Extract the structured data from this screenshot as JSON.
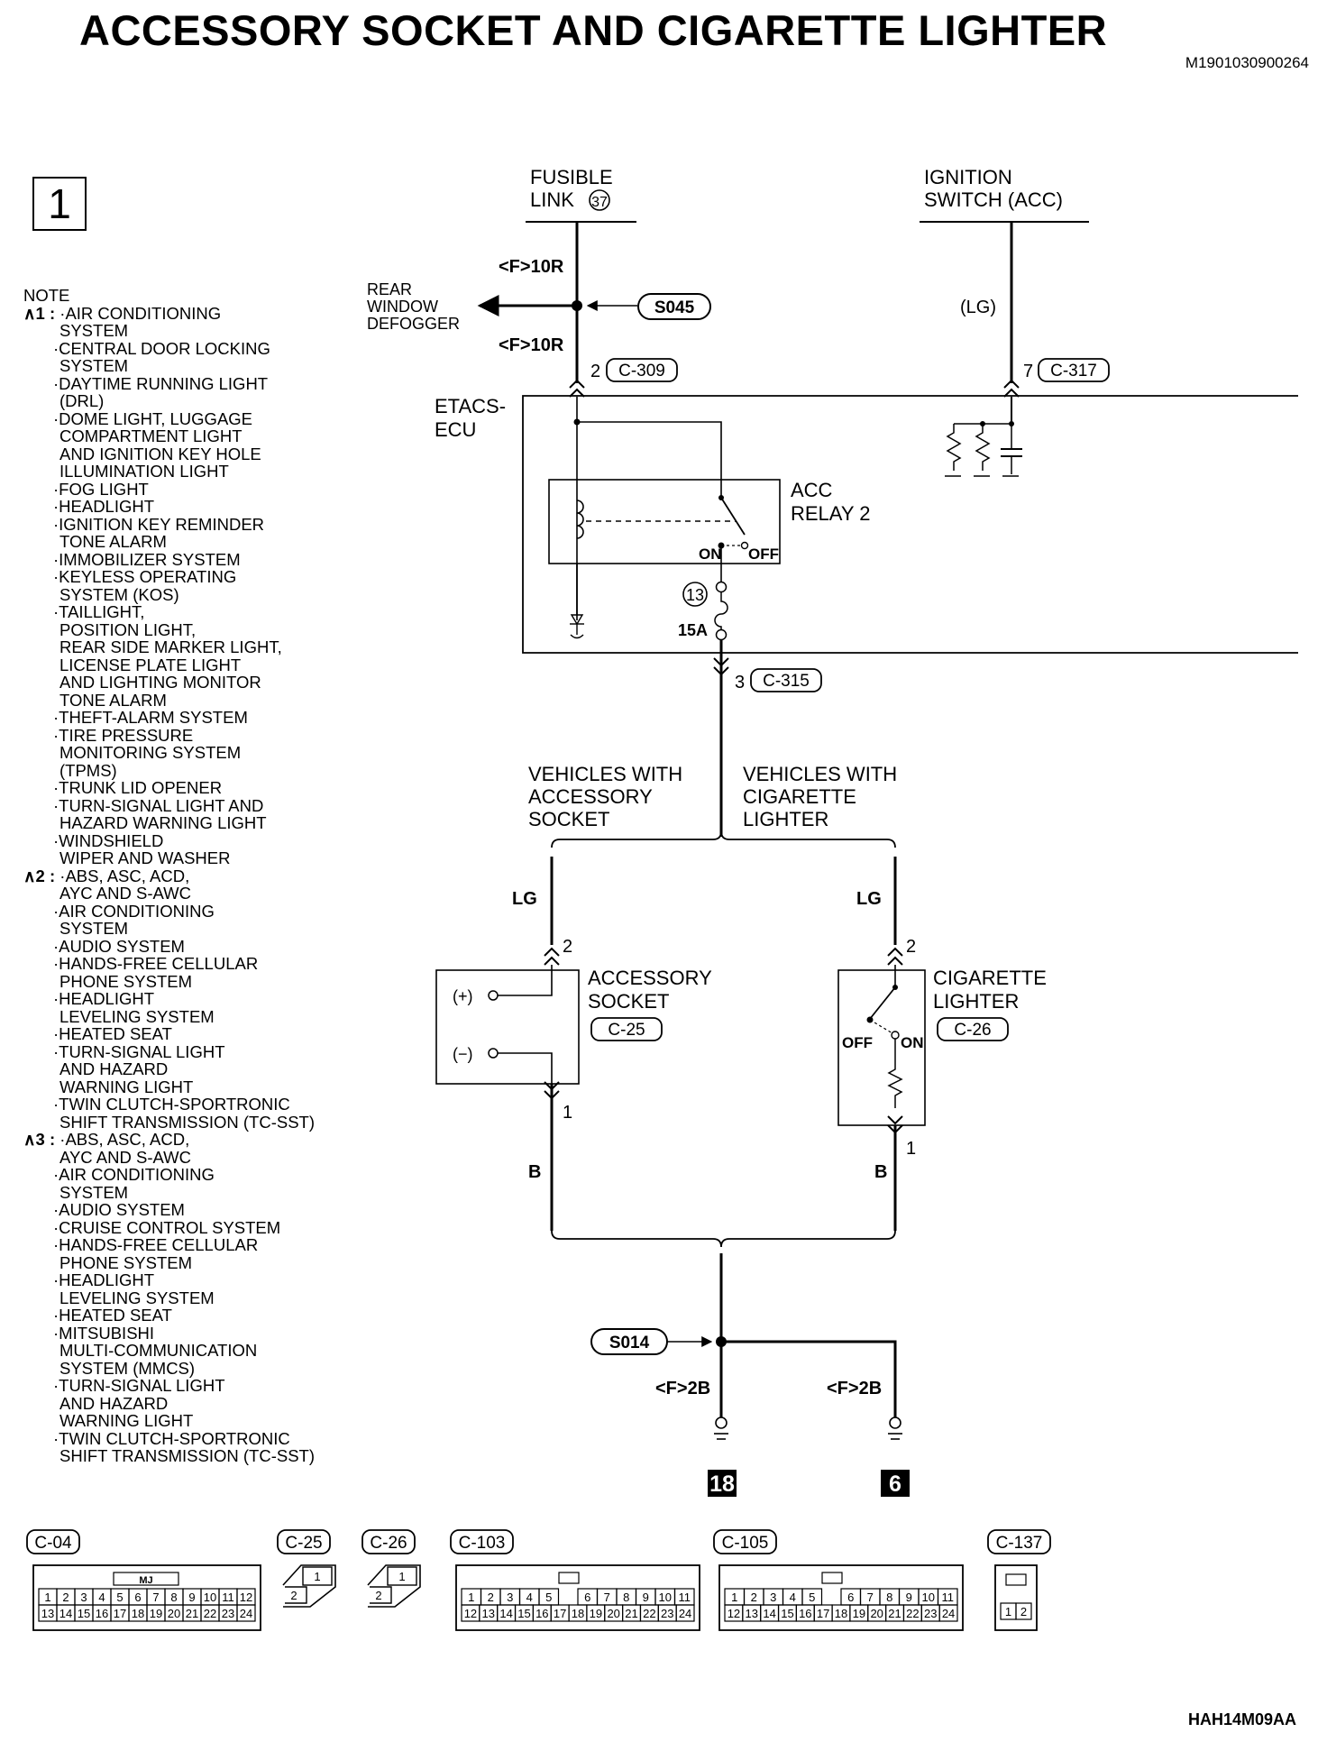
{
  "title": "ACCESSORY SOCKET AND CIGARETTE LIGHTER",
  "doc_code": "M1901030900264",
  "footer_code": "HAH14M09AA",
  "page_number": "1",
  "notes": {
    "heading": "NOTE",
    "groups": [
      {
        "marker": "∧1 : ",
        "lines": [
          "·AIR CONDITIONING",
          "SYSTEM",
          "·CENTRAL DOOR LOCKING",
          "SYSTEM",
          "·DAYTIME RUNNING LIGHT",
          "(DRL)",
          "·DOME LIGHT, LUGGAGE",
          "COMPARTMENT LIGHT",
          "AND IGNITION KEY HOLE",
          "ILLUMINATION LIGHT",
          "·FOG LIGHT",
          "·HEADLIGHT",
          "·IGNITION KEY REMINDER",
          "TONE ALARM",
          "·IMMOBILIZER SYSTEM",
          "·KEYLESS OPERATING",
          "SYSTEM (KOS)",
          "·TAILLIGHT,",
          "POSITION LIGHT,",
          "REAR SIDE MARKER LIGHT,",
          "LICENSE PLATE LIGHT",
          "AND LIGHTING MONITOR",
          "TONE ALARM",
          "·THEFT-ALARM SYSTEM",
          "·TIRE PRESSURE",
          "MONITORING SYSTEM",
          "(TPMS)",
          "·TRUNK LID OPENER",
          "·TURN-SIGNAL LIGHT AND",
          "HAZARD WARNING LIGHT",
          "·WINDSHIELD",
          "WIPER AND WASHER"
        ]
      },
      {
        "marker": "∧2 : ",
        "lines": [
          "·ABS, ASC, ACD,",
          "AYC AND S-AWC",
          "·AIR CONDITIONING",
          "SYSTEM",
          "·AUDIO SYSTEM",
          "·HANDS-FREE CELLULAR",
          "PHONE SYSTEM",
          "·HEADLIGHT",
          "LEVELING SYSTEM",
          "·HEATED SEAT",
          "·TURN-SIGNAL LIGHT",
          "AND HAZARD",
          "WARNING LIGHT",
          "·TWIN CLUTCH-SPORTRONIC",
          "SHIFT TRANSMISSION (TC-SST)"
        ]
      },
      {
        "marker": "∧3 : ",
        "lines": [
          "·ABS, ASC, ACD,",
          "AYC AND S-AWC",
          "·AIR CONDITIONING",
          "SYSTEM",
          "·AUDIO SYSTEM",
          "·CRUISE CONTROL SYSTEM",
          "·HANDS-FREE CELLULAR",
          "PHONE SYSTEM",
          "·HEADLIGHT",
          "LEVELING SYSTEM",
          "·HEATED SEAT",
          "·MITSUBISHI",
          "MULTI-COMMUNICATION",
          "SYSTEM (MMCS)",
          "·TURN-SIGNAL LIGHT",
          "AND HAZARD",
          "WARNING LIGHT",
          "·TWIN CLUTCH-SPORTRONIC",
          "SHIFT TRANSMISSION (TC-SST)"
        ]
      }
    ]
  },
  "diagram": {
    "fusible_link": {
      "line1": "FUSIBLE",
      "line2": "LINK",
      "number": "37"
    },
    "ignition_switch": {
      "line1": "IGNITION",
      "line2": "SWITCH (ACC)"
    },
    "rear_defogger": {
      "line1": "REAR",
      "line2": "WINDOW",
      "line3": "DEFOGGER"
    },
    "wire_top_1": "<F>10R",
    "wire_top_2": "<F>10R",
    "splice_top": "S045",
    "ign_wire_color": "(LG)",
    "etacs": {
      "line1": "ETACS-",
      "line2": "ECU"
    },
    "relay": {
      "line1": "ACC",
      "line2": "RELAY 2",
      "on": "ON",
      "off": "OFF"
    },
    "fuse": {
      "number": "13",
      "rating": "15A"
    },
    "connectors": {
      "c309": {
        "pin": "2",
        "name": "C-309"
      },
      "c317": {
        "pin": "7",
        "name": "C-317"
      },
      "c315": {
        "pin": "3",
        "name": "C-315"
      }
    },
    "branch_left": {
      "line1": "VEHICLES WITH",
      "line2": "ACCESSORY",
      "line3": "SOCKET"
    },
    "branch_right": {
      "line1": "VEHICLES WITH",
      "line2": "CIGARETTE",
      "line3": "LIGHTER"
    },
    "accessory_socket": {
      "line1": "ACCESSORY",
      "line2": "SOCKET",
      "connector": "C-25",
      "plus": "(+)",
      "minus": "(−)",
      "pin_top": "2",
      "pin_bottom": "1",
      "wire_top": "LG",
      "wire_bottom": "B"
    },
    "cigarette_lighter": {
      "line1": "CIGARETTE",
      "line2": "LIGHTER",
      "connector": "C-26",
      "off": "OFF",
      "on": "ON",
      "pin_top": "2",
      "pin_bottom": "1",
      "wire_top": "LG",
      "wire_bottom": "B"
    },
    "splice_bottom": "S014",
    "ground_wire_left": "<F>2B",
    "ground_wire_right": "<F>2B",
    "ground_left": "18",
    "ground_right": "6"
  },
  "connector_views": [
    {
      "name": "C-04",
      "mark": "MJ",
      "rows": [
        [
          "1",
          "2",
          "3",
          "4",
          "5",
          "6",
          "7",
          "8",
          "9",
          "10",
          "11",
          "12"
        ],
        [
          "13",
          "14",
          "15",
          "16",
          "17",
          "18",
          "19",
          "20",
          "21",
          "22",
          "23",
          "24"
        ]
      ]
    },
    {
      "name": "C-25",
      "rows": [
        [
          "1"
        ],
        [
          "2"
        ]
      ]
    },
    {
      "name": "C-26",
      "rows": [
        [
          "1"
        ],
        [
          "2"
        ]
      ]
    },
    {
      "name": "C-103",
      "rows": [
        [
          "1",
          "2",
          "3",
          "4",
          "5",
          "6",
          "7",
          "8",
          "9",
          "10",
          "11"
        ],
        [
          "12",
          "13",
          "14",
          "15",
          "16",
          "17",
          "18",
          "19",
          "20",
          "21",
          "22",
          "23",
          "24"
        ]
      ]
    },
    {
      "name": "C-105",
      "rows": [
        [
          "1",
          "2",
          "3",
          "4",
          "5",
          "6",
          "7",
          "8",
          "9",
          "10",
          "11"
        ],
        [
          "12",
          "13",
          "14",
          "15",
          "16",
          "17",
          "18",
          "19",
          "20",
          "21",
          "22",
          "23",
          "24"
        ]
      ]
    },
    {
      "name": "C-137",
      "rows": [
        [
          "1",
          "2"
        ]
      ]
    }
  ]
}
